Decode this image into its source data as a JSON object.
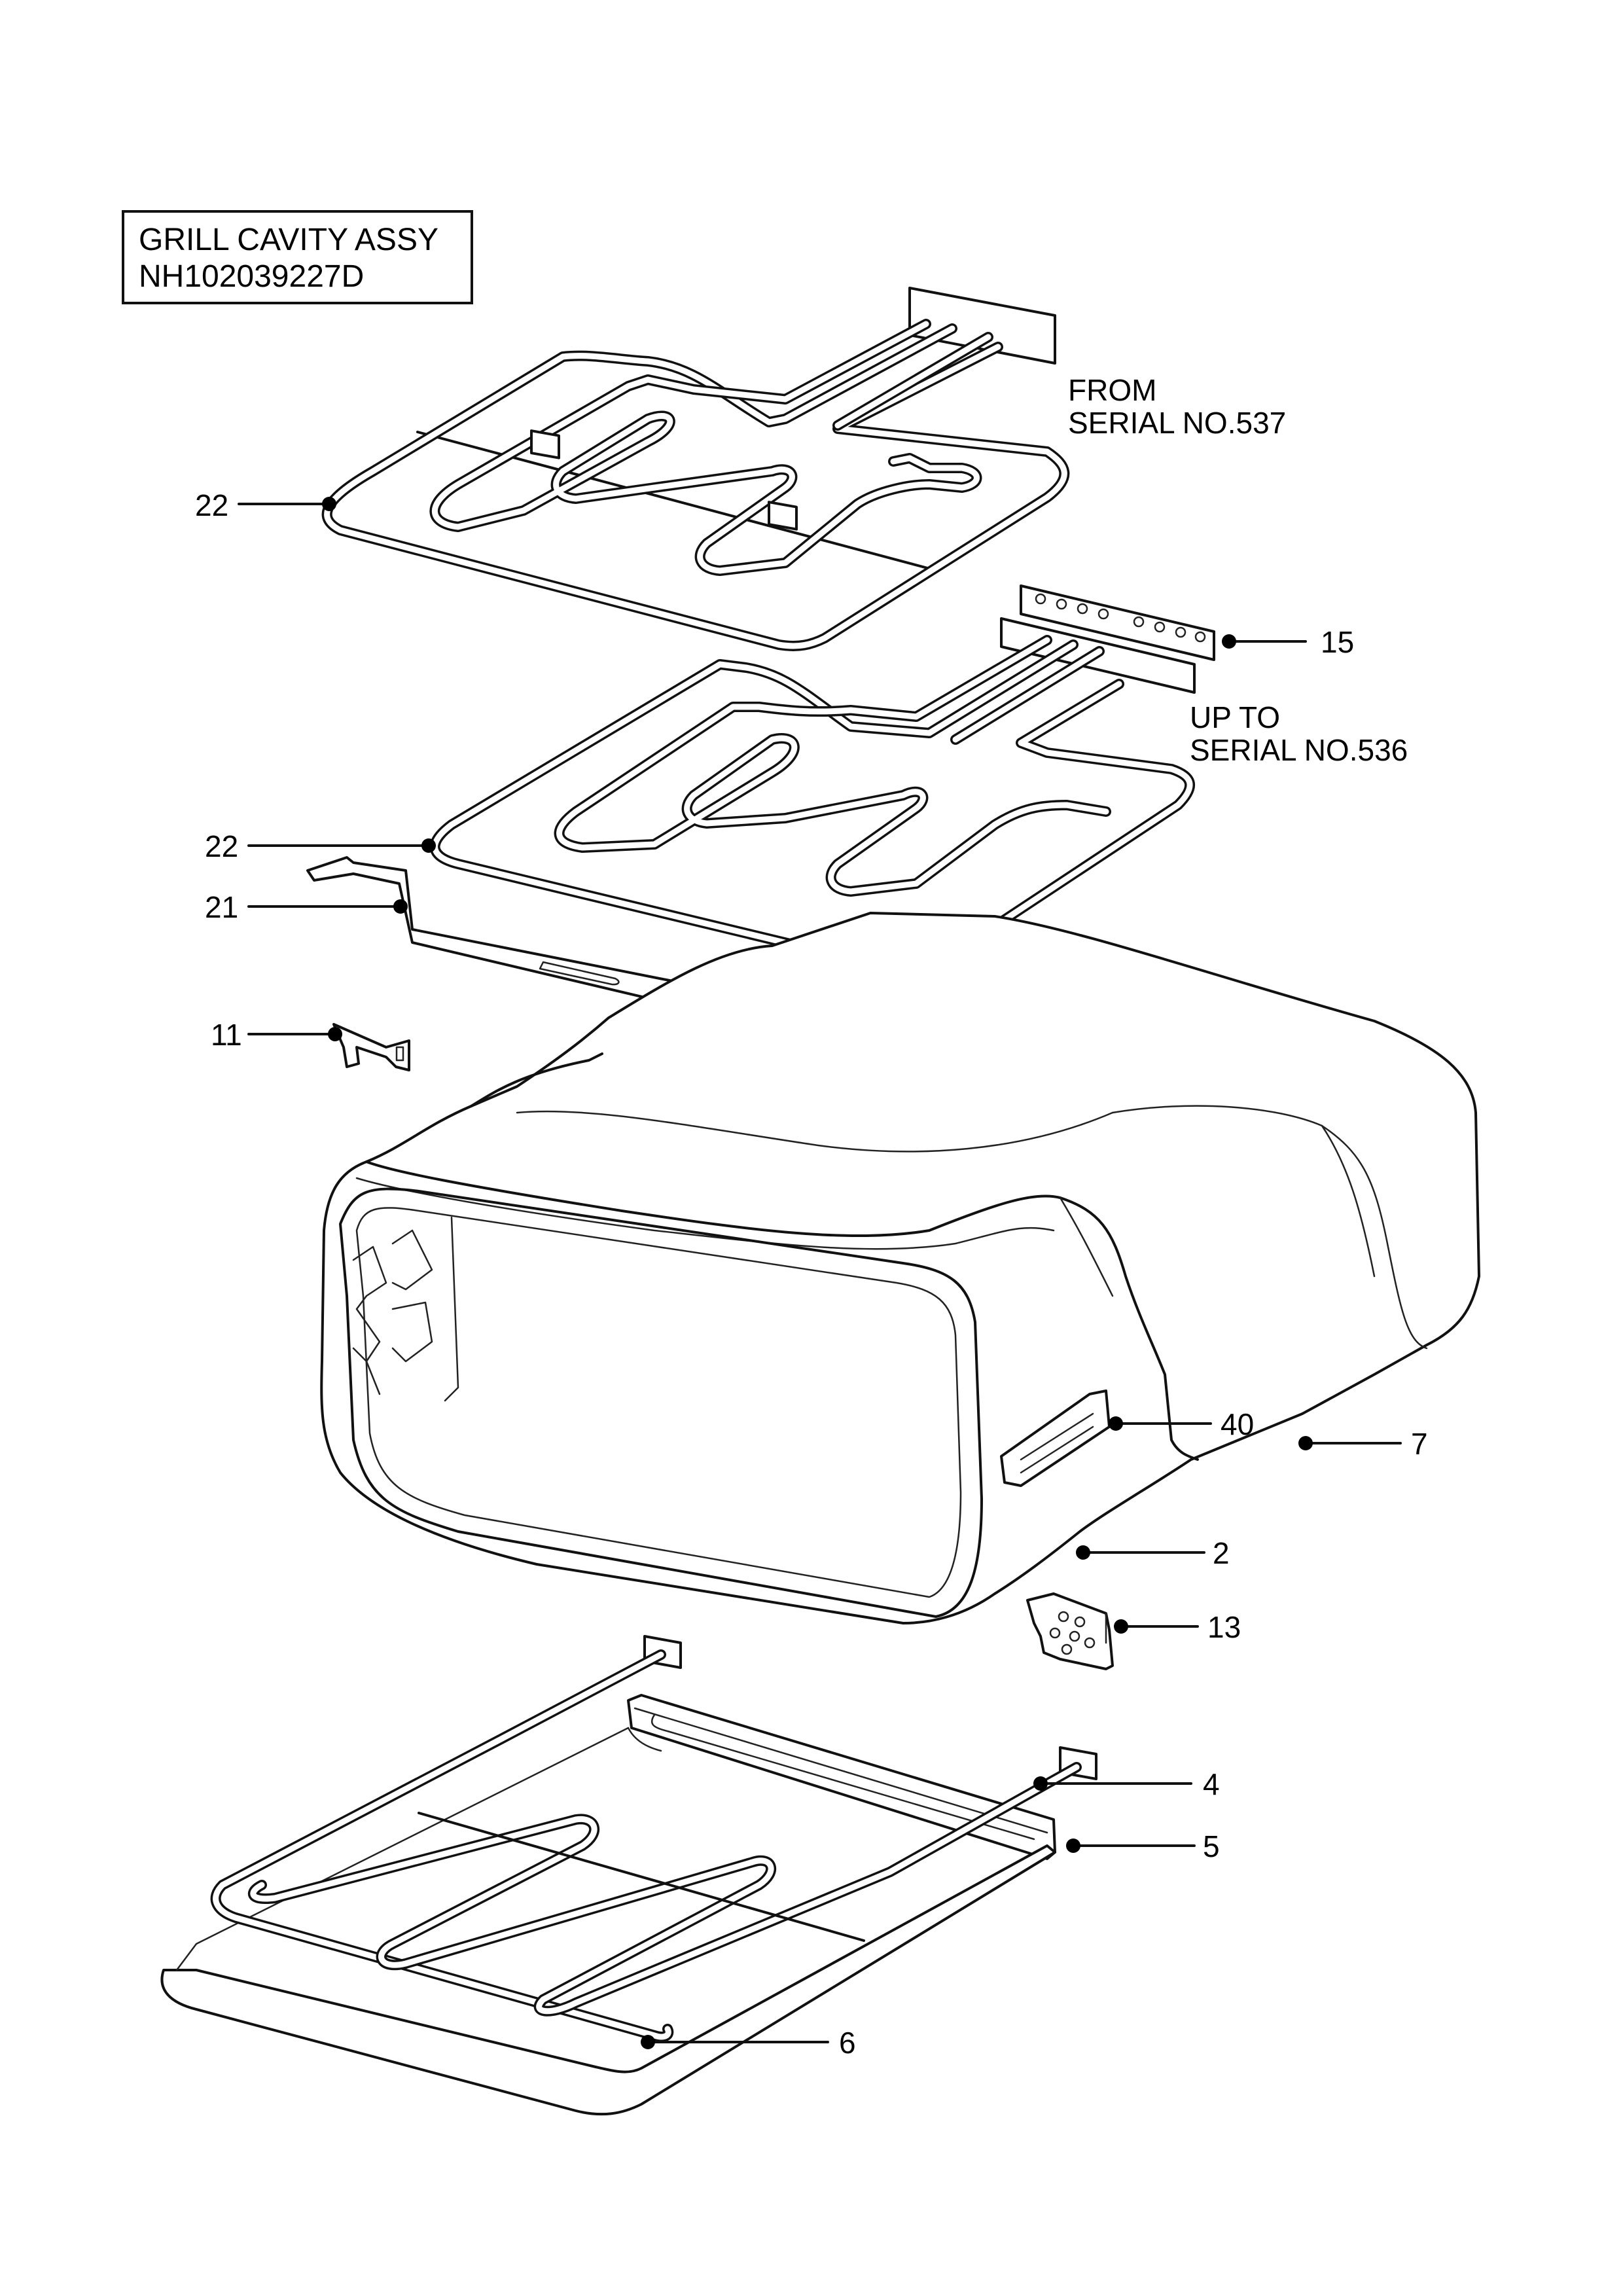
{
  "title_box": {
    "line1": "GRILL CAVITY ASSY",
    "line2": "NH102039227D"
  },
  "notes": {
    "from_line1": "FROM",
    "from_line2": "SERIAL NO.537",
    "upto_line1": "UP TO",
    "upto_line2": "SERIAL NO.536"
  },
  "callouts": {
    "p22_upper": "22",
    "p15": "15",
    "p22_lower": "22",
    "p21": "21",
    "p11": "11",
    "p40": "40",
    "p7": "7",
    "p2": "2",
    "p13": "13",
    "p4": "4",
    "p5": "5",
    "p6": "6"
  }
}
